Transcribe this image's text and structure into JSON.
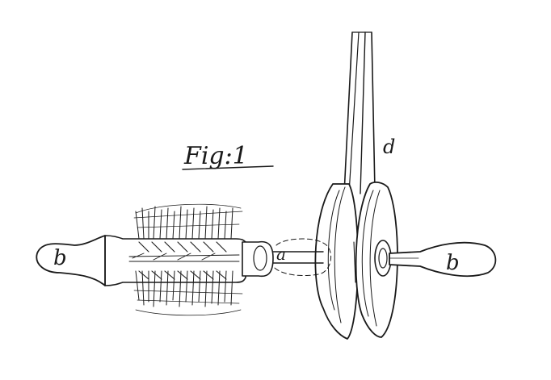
{
  "figure": {
    "title": "Fig:1",
    "labels": {
      "handle_left": "b",
      "handle_right": "b",
      "arbor": "a",
      "wheel": "d"
    }
  },
  "colors": {
    "ink": "#1a1a1a",
    "paper": "#ffffff"
  }
}
